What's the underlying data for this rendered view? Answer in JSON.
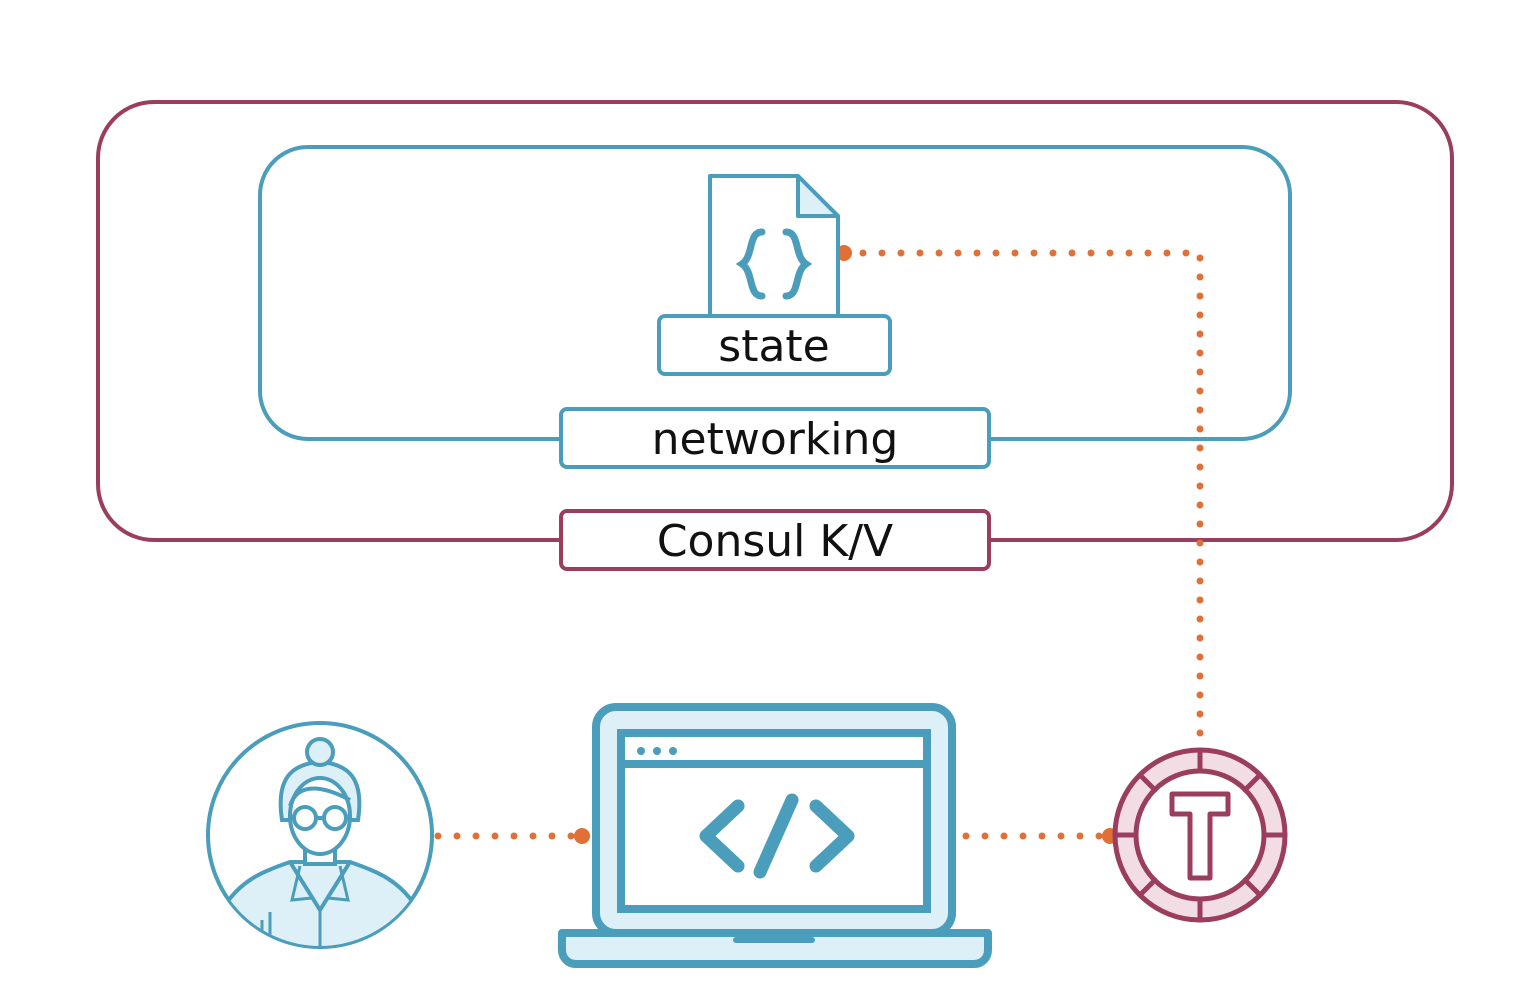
{
  "colors": {
    "outer_border": "#9b3d5e",
    "inner_border": "#4a9dbb",
    "connector": "#e07035",
    "icon_teal": "#4a9dbb",
    "icon_teal_fill": "#ddf0f7",
    "icon_maroon": "#9b3d5e",
    "icon_maroon_fill": "#f3dde5",
    "text": "#111111"
  },
  "labels": {
    "state": "state",
    "networking": "networking",
    "consul": "Consul K/V"
  },
  "icons": {
    "state_file": "json-file-icon",
    "user": "developer-avatar-icon",
    "laptop": "laptop-code-icon",
    "terraform": "terraform-token-icon"
  }
}
